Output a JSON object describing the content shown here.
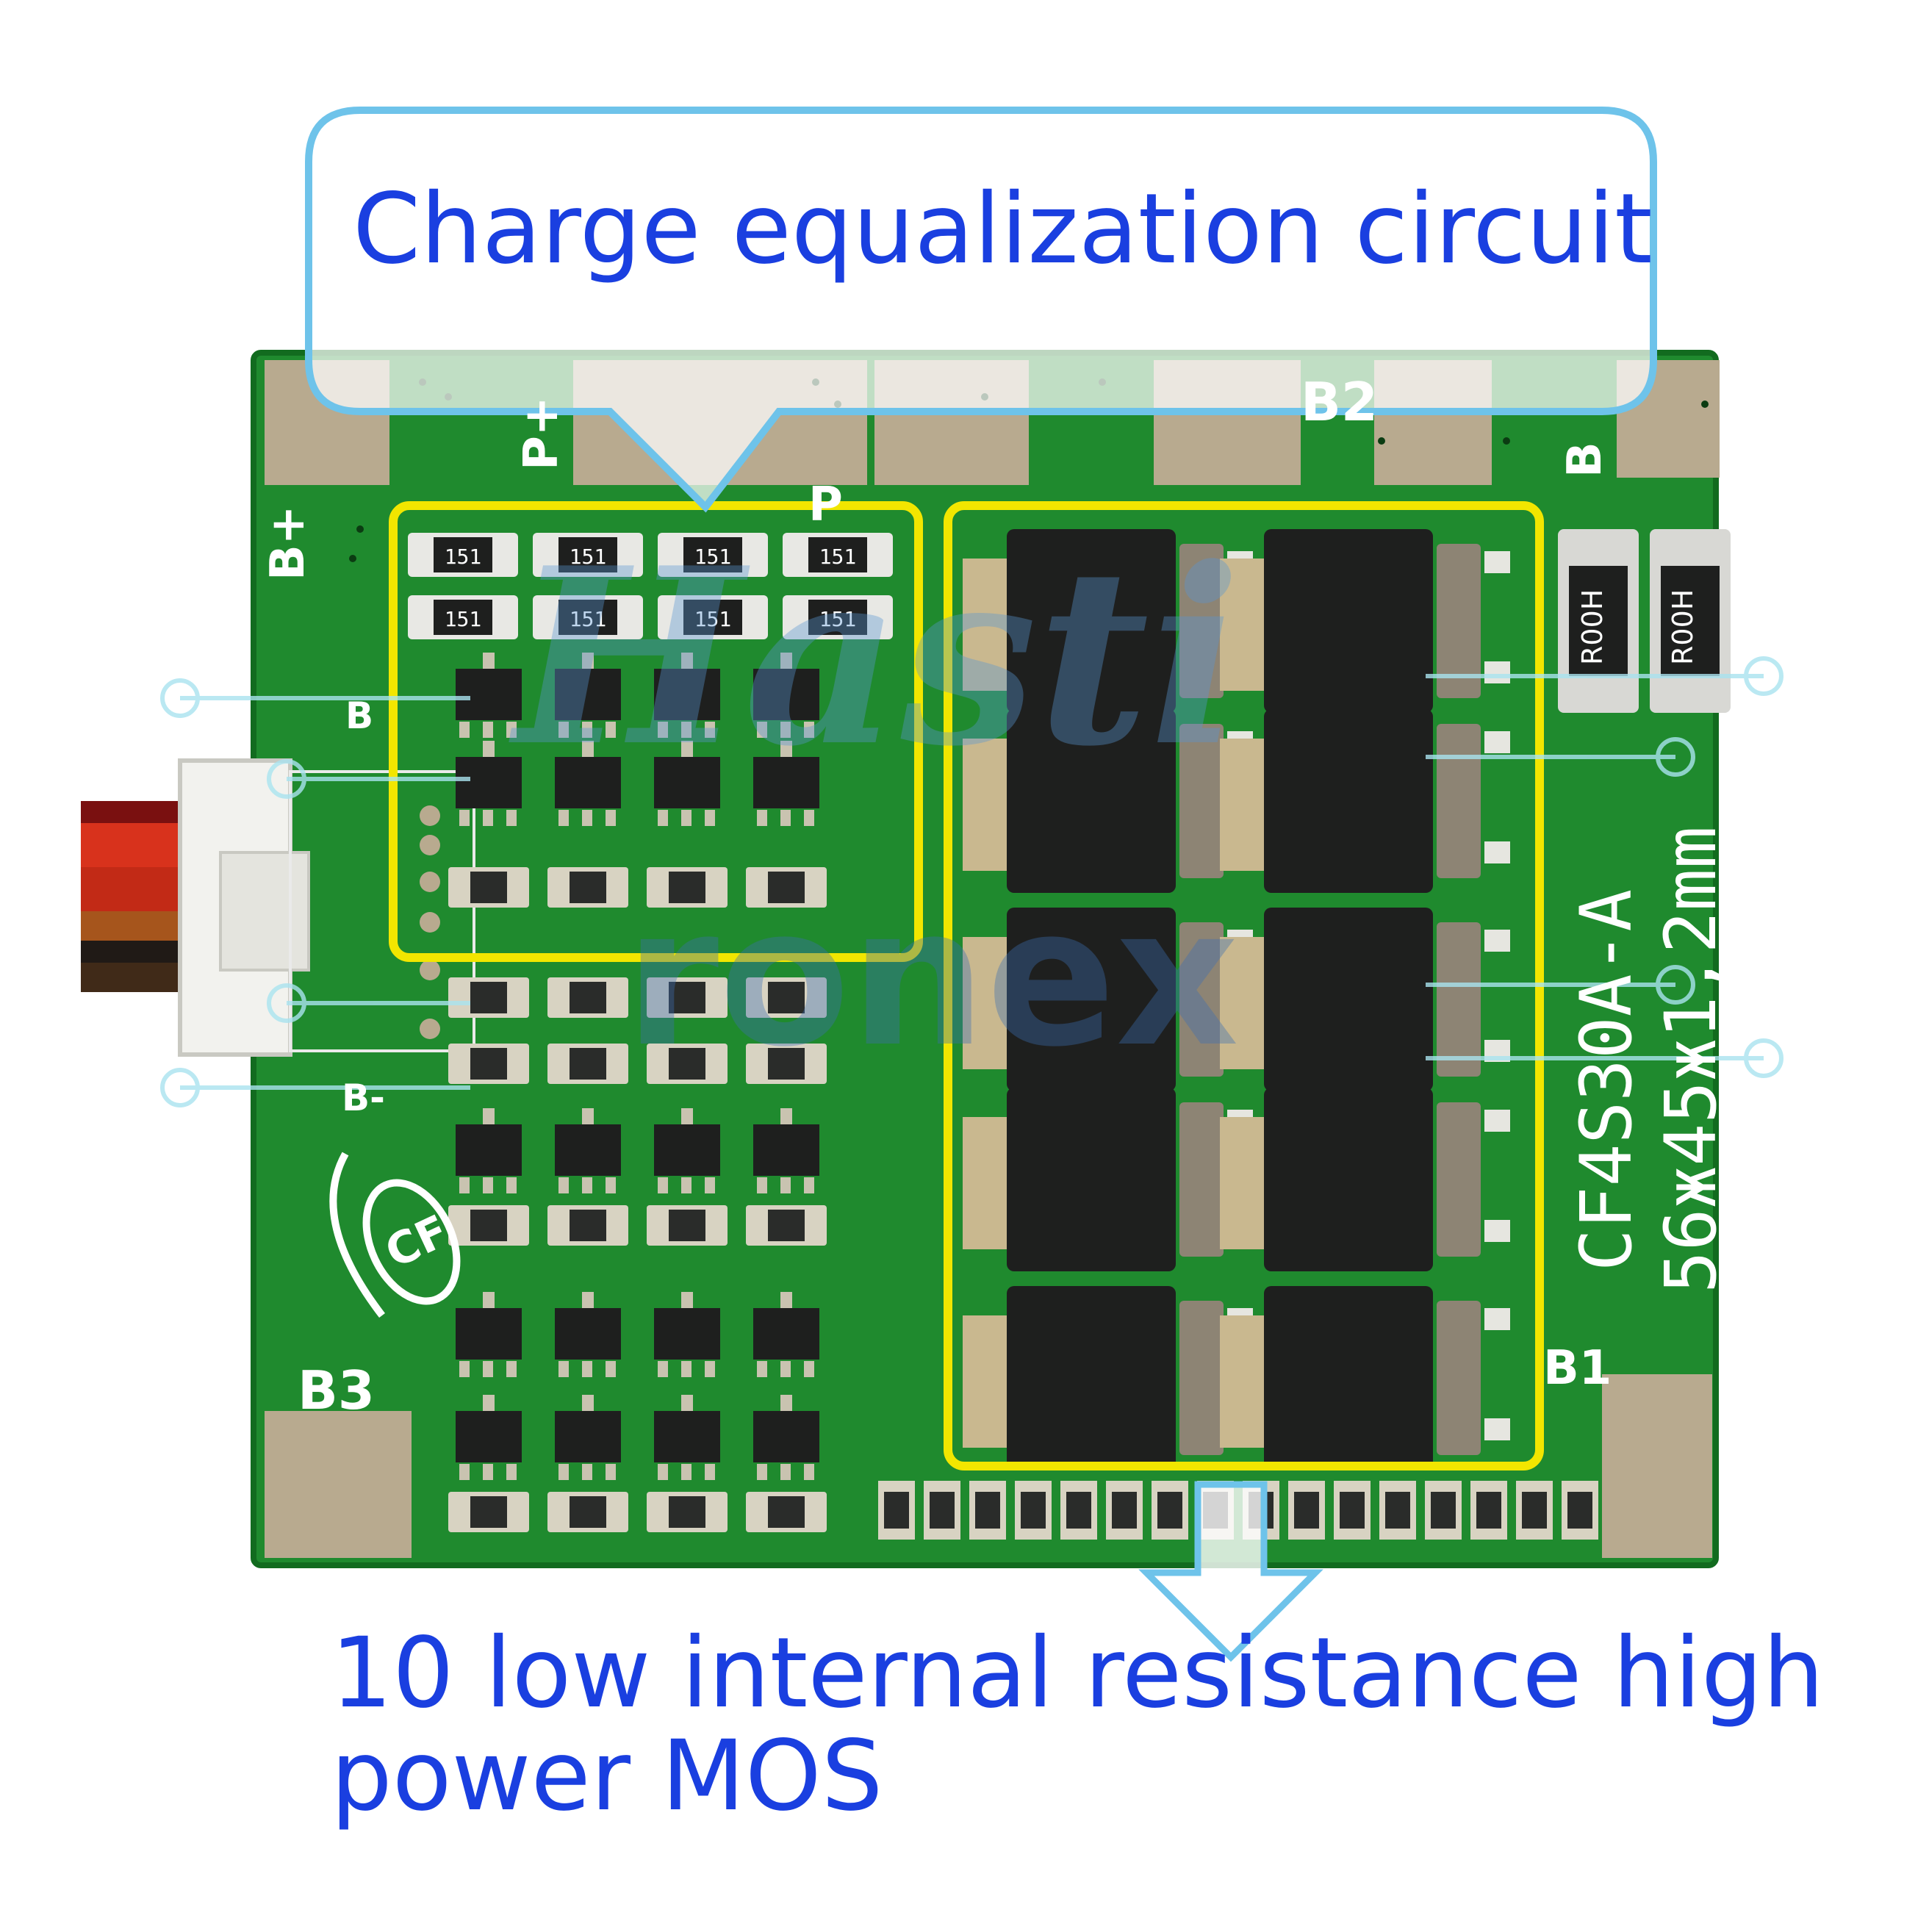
{
  "callouts": {
    "top": "Charge equalization  circuit",
    "bottom_line1": "10 low internal resistance high",
    "bottom_line2": "power MOS"
  },
  "pcb": {
    "pad_labels": {
      "b_plus": "B+",
      "b2": "B2",
      "b3": "B3",
      "b1": "B1",
      "b_minus": "B-",
      "p_plus": "P+",
      "p": "P",
      "b": "B",
      "b_small": "B"
    },
    "model_line1": "CF4S30A-A",
    "model_line2": "56ж45ж1,2mm",
    "logo_text": "CF",
    "resistor_code": "151",
    "shunt_code": "R00H"
  },
  "watermark": {
    "line1": "Hasti",
    "line2": "ronex"
  },
  "colors": {
    "callout_text": "#1a3fe0",
    "callout_outline": "#6ec3ea",
    "highlight_box": "#f2e600",
    "pcb_green": "#1f8a2e",
    "pad_tan": "#b8aa8f",
    "mosfet_black": "#1e1f1e"
  }
}
